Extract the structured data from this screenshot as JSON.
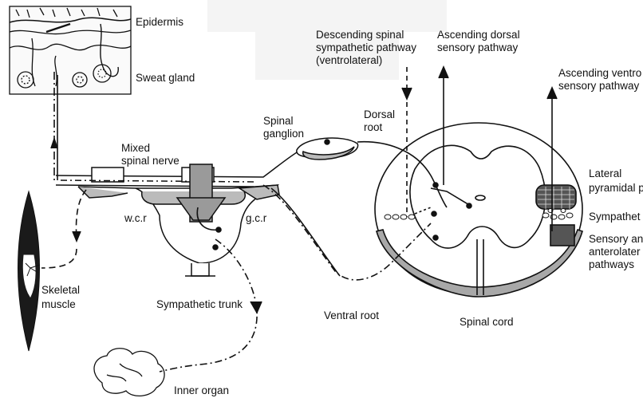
{
  "labels": {
    "epidermis": "Epidermis",
    "sweat_gland": "Sweat gland",
    "descending_1": "Descending spinal",
    "descending_2": "sympathetic pathway",
    "descending_3": "(ventrolateral)",
    "ascending_dorsal_1": "Ascending dorsal",
    "ascending_dorsal_2": "sensory pathway",
    "ascending_ventral_1": "Ascending ventro",
    "ascending_ventral_2": "sensory pathway",
    "dorsal_root_1": "Dorsal",
    "dorsal_root_2": "root",
    "spinal_ganglion_1": "Spinal",
    "spinal_ganglion_2": "ganglion",
    "mixed_nerve_1": "Mixed",
    "mixed_nerve_2": "spinal nerve",
    "lateral_pyr_1": "Lateral",
    "lateral_pyr_2": "pyramidal p",
    "sympathetic_partial": "Sympathet",
    "sensory_1": "Sensory an",
    "sensory_2": "anterolater",
    "sensory_3": "pathways",
    "wcr": "w.c.r",
    "gcr": "g.c.r",
    "skeletal_1": "Skeletal",
    "skeletal_2": "muscle",
    "sympathetic_trunk": "Sympathetic trunk",
    "ventral_root": "Ventral root",
    "spinal_cord": "Spinal cord",
    "inner_organ": "Inner organ"
  }
}
